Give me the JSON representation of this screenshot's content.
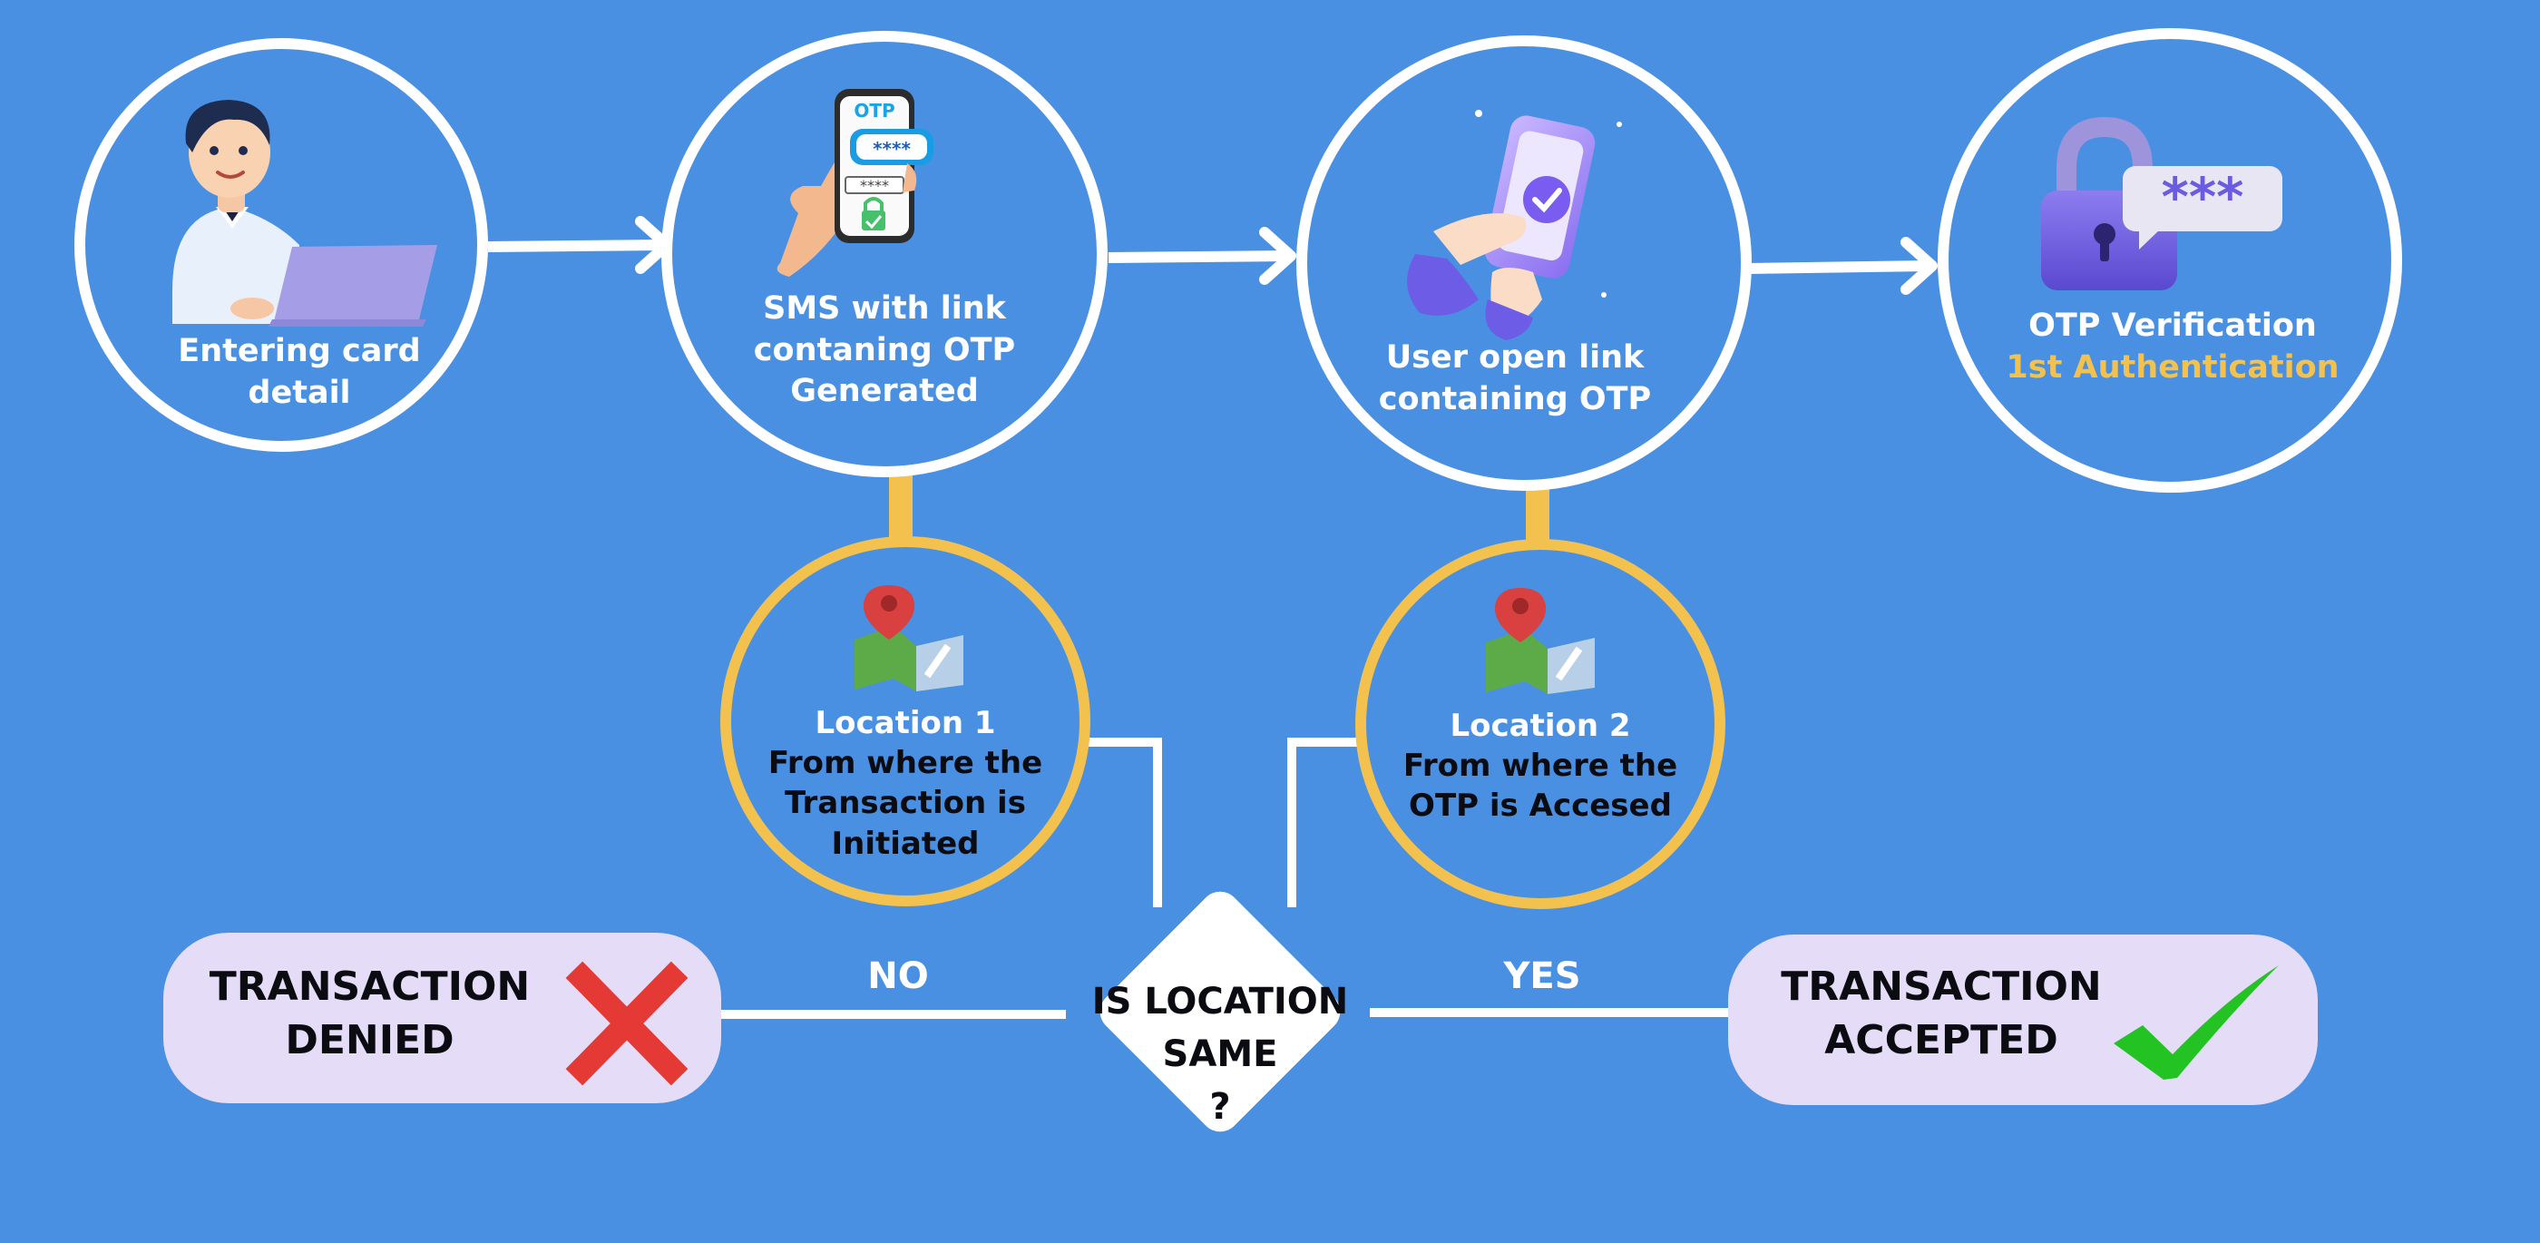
{
  "steps": {
    "card": {
      "line1": "Entering card",
      "line2": "detail"
    },
    "sms": {
      "line1": "SMS with link",
      "line2": "contaning OTP",
      "line3": "Generated"
    },
    "open_link": {
      "line1": "User open link",
      "line2": "containing OTP"
    },
    "verification": {
      "line1": "OTP Verification",
      "line2": "1st Authentication"
    }
  },
  "locations": {
    "loc1": {
      "title": "Location 1",
      "line1": "From where the",
      "line2": "Transaction is",
      "line3": "Initiated"
    },
    "loc2": {
      "title": "Location 2",
      "line1": "From where the",
      "line2": "OTP is Accesed"
    }
  },
  "phone_screens": {
    "otp_header": "OTP",
    "otp_bubble": "****",
    "otp_field": "****",
    "password_mask": "***"
  },
  "decision": {
    "line1": "IS LOCATION",
    "line2": "SAME",
    "line3": "?"
  },
  "branches": {
    "no_label": "NO",
    "yes_label": "YES"
  },
  "outcomes": {
    "denied": {
      "line1": "TRANSACTION",
      "line2": "DENIED"
    },
    "accepted": {
      "line1": "TRANSACTION",
      "line2": "ACCEPTED"
    }
  },
  "colors": {
    "background": "#4a90e2",
    "circle_border": "#ffffff",
    "location_border": "#f2c14e",
    "pill_fill": "#e5dcf7",
    "highlight_text": "#f2c14e",
    "cross": "#e53935",
    "check": "#22c322"
  },
  "icons": [
    "user-laptop-icon",
    "otp-phone-icon",
    "phone-tap-icon",
    "padlock-password-icon",
    "map-pin-icon",
    "cross-icon",
    "checkmark-icon"
  ]
}
